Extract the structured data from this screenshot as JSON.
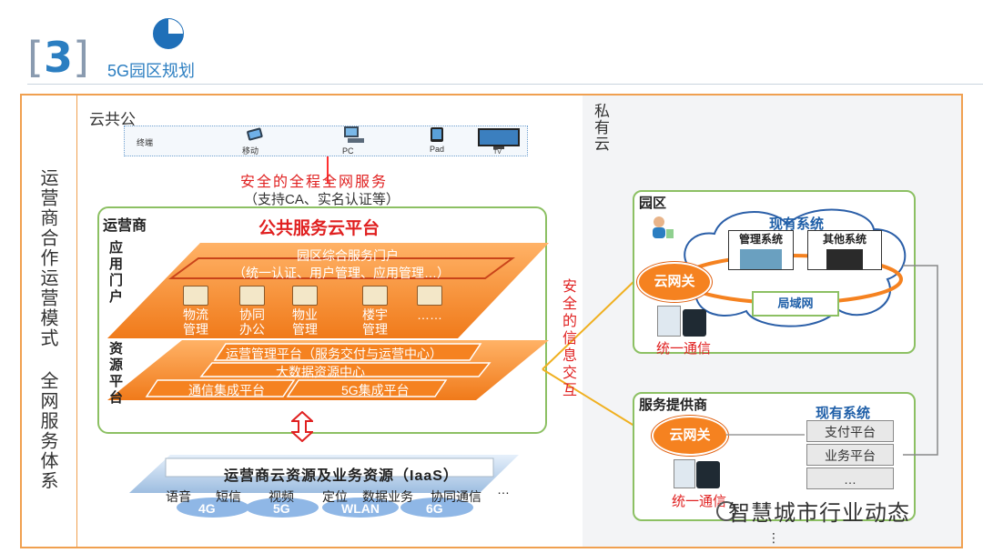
{
  "header": {
    "section_num": "3",
    "bracket_open": "[",
    "bracket_close": "]",
    "title": "5G园区规划"
  },
  "left_side": {
    "model_text": "运营商合作运营模式",
    "system_text": "全网服务体系"
  },
  "public_cloud_label": "云共公",
  "private_cloud_label": "私有云",
  "terminals": {
    "label": "终端",
    "mobile": "移动",
    "pc": "PC",
    "pad": "Pad",
    "tv": "TV"
  },
  "security": {
    "title": "安全的全程全网服务",
    "subtitle": "（支持CA、实名认证等）"
  },
  "operator": {
    "label": "运营商",
    "title": "公共服务云平台",
    "app_portal_label": "应用门户",
    "resource_platform_label": "资源平台",
    "portal_title": "园区综合服务门户",
    "portal_subtitle": "（统一认证、用户管理、应用管理…）",
    "apps": [
      {
        "line1": "物流",
        "line2": "管理"
      },
      {
        "line1": "协同",
        "line2": "办公"
      },
      {
        "line1": "物业",
        "line2": "管理"
      },
      {
        "line1": "楼宇",
        "line2": "管理"
      },
      {
        "line1": "……",
        "line2": ""
      }
    ],
    "ops_platform": "运营管理平台（服务交付与运营中心）",
    "bigdata": "大数据资源中心",
    "comm_platform": "通信集成平台",
    "g5_platform": "5G集成平台"
  },
  "iaas": {
    "title": "运营商云资源及业务资源（IaaS）",
    "services": [
      "语音",
      "短信",
      "视频",
      "定位",
      "数据业务",
      "协同通信",
      "…"
    ],
    "networks": [
      "4G",
      "5G",
      "WLAN",
      "6G"
    ]
  },
  "interaction": {
    "text": "安全的信息交互"
  },
  "park": {
    "label": "园区",
    "existing_system": "现有系统",
    "mgmt_system": "管理系统",
    "other_system": "其他系统",
    "gateway": "云网关",
    "lan": "局域网",
    "unified_comm": "统一通信"
  },
  "service_provider": {
    "label": "服务提供商",
    "gateway": "云网关",
    "existing_system": "现有系统",
    "platforms": [
      "支付平台",
      "业务平台",
      "…"
    ],
    "unified_comm": "统一通信"
  },
  "watermark": "智慧城市行业动态",
  "colors": {
    "orange": "#f58220",
    "frame": "#f0a050",
    "green": "#8cc063",
    "red": "#e02020",
    "blue": "#2b7ec1"
  }
}
